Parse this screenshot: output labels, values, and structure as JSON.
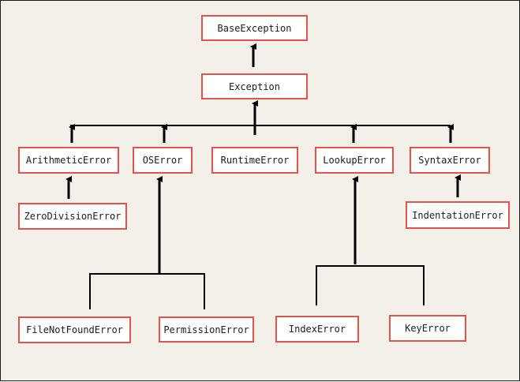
{
  "diagram": {
    "root": "BaseException",
    "level1": "Exception",
    "categories": {
      "arithmetic": "ArithmeticError",
      "os": "OSError",
      "runtime": "RuntimeError",
      "lookup": "LookupError",
      "syntax": "SyntaxError"
    },
    "leaves": {
      "zero_division": "ZeroDivisionError",
      "indentation": "IndentationError",
      "file_not_found": "FileNotFoundError",
      "permission": "PermissionError",
      "index": "IndexError",
      "key": "KeyError"
    },
    "colors": {
      "box_border": "#e2534b",
      "box_fill": "#ffffff",
      "background": "#f3efe9",
      "line": "#000000"
    }
  }
}
